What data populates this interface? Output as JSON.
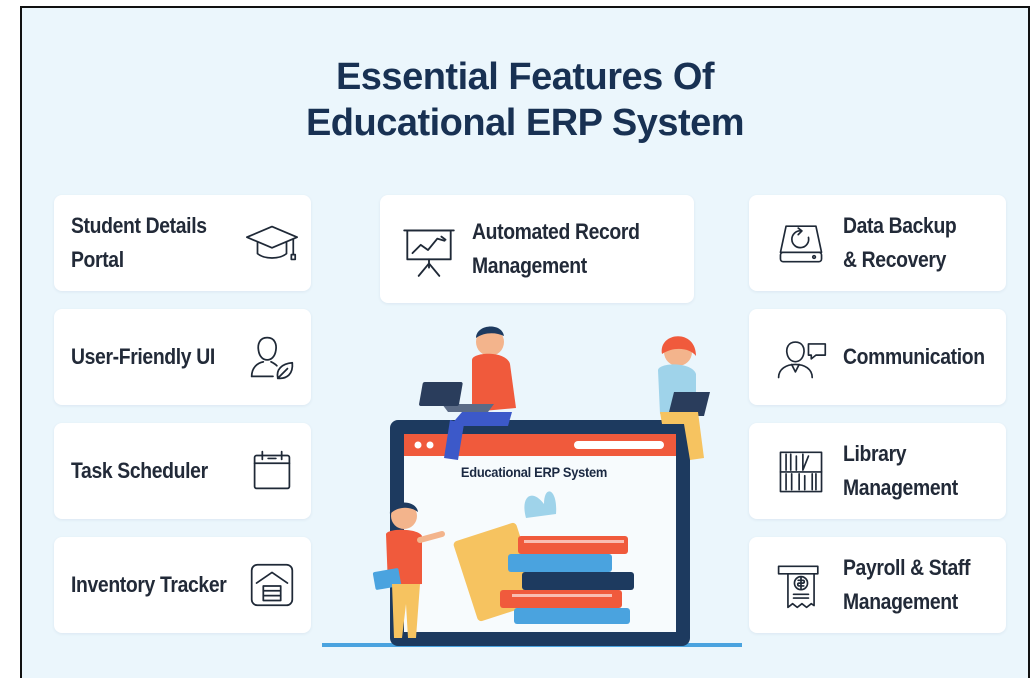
{
  "title": {
    "line1": "Essential Features Of",
    "line2": "Educational ERP System"
  },
  "features": {
    "left": [
      {
        "label": "Student Details Portal",
        "icon": "graduation-cap-icon"
      },
      {
        "label": "User-Friendly UI",
        "icon": "user-leaf-icon"
      },
      {
        "label": "Task Scheduler",
        "icon": "calendar-icon"
      },
      {
        "label": "Inventory Tracker",
        "icon": "warehouse-icon"
      }
    ],
    "center": {
      "label": "Automated Record Management",
      "icon": "presentation-chart-icon"
    },
    "right": [
      {
        "label": "Data Backup & Recovery",
        "icon": "backup-drive-icon"
      },
      {
        "label": "Communication",
        "icon": "people-chat-icon"
      },
      {
        "label": "Library Management",
        "icon": "bookshelf-icon"
      },
      {
        "label": "Payroll & Staff Management",
        "icon": "payroll-receipt-icon"
      }
    ]
  },
  "illustration": {
    "screen_title": "Educational ERP System"
  },
  "colors": {
    "background": "#ebf6fc",
    "title": "#183153",
    "card": "#ffffff",
    "accent_orange": "#f05a3c",
    "accent_navy": "#1d3a5f",
    "accent_blue": "#4aa3df"
  }
}
